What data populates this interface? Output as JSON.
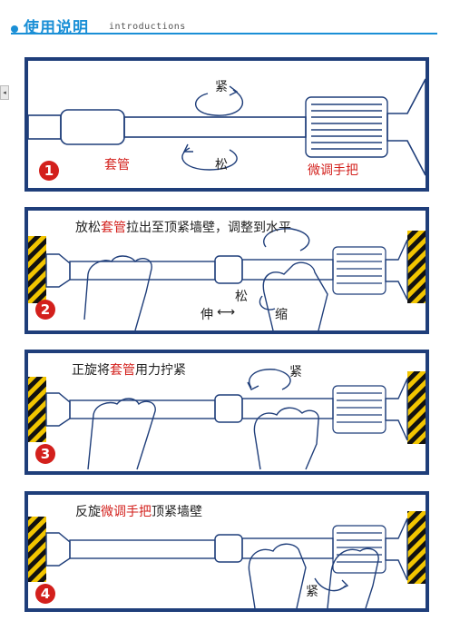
{
  "header": {
    "title": "使用说明",
    "subtitle": "introductions",
    "side_tab": "◂"
  },
  "steps": [
    {
      "number": "1",
      "label_tightened": "紧",
      "label_loosen": "松",
      "label_sleeve": "套管",
      "label_handle": "微调手把"
    },
    {
      "number": "2",
      "caption_pre": "放松",
      "caption_highlight": "套管",
      "caption_post": "拉出至顶紧墙壁，调整到水平",
      "label_loosen": "松",
      "label_extend": "伸",
      "label_arrow": "⟷",
      "label_shrink": "缩"
    },
    {
      "number": "3",
      "caption_pre": "正旋将",
      "caption_highlight": "套管",
      "caption_post": "用力拧紧",
      "label_tightened": "紧"
    },
    {
      "number": "4",
      "caption_pre": "反旋",
      "caption_highlight": "微调手把",
      "caption_post": "顶紧墙壁",
      "label_tightened": "紧"
    }
  ],
  "colors": {
    "accent_blue": "#1a8fd6",
    "frame_navy": "#1f3e7a",
    "step_red": "#d3201c",
    "hazard_yellow": "#f2c500"
  }
}
